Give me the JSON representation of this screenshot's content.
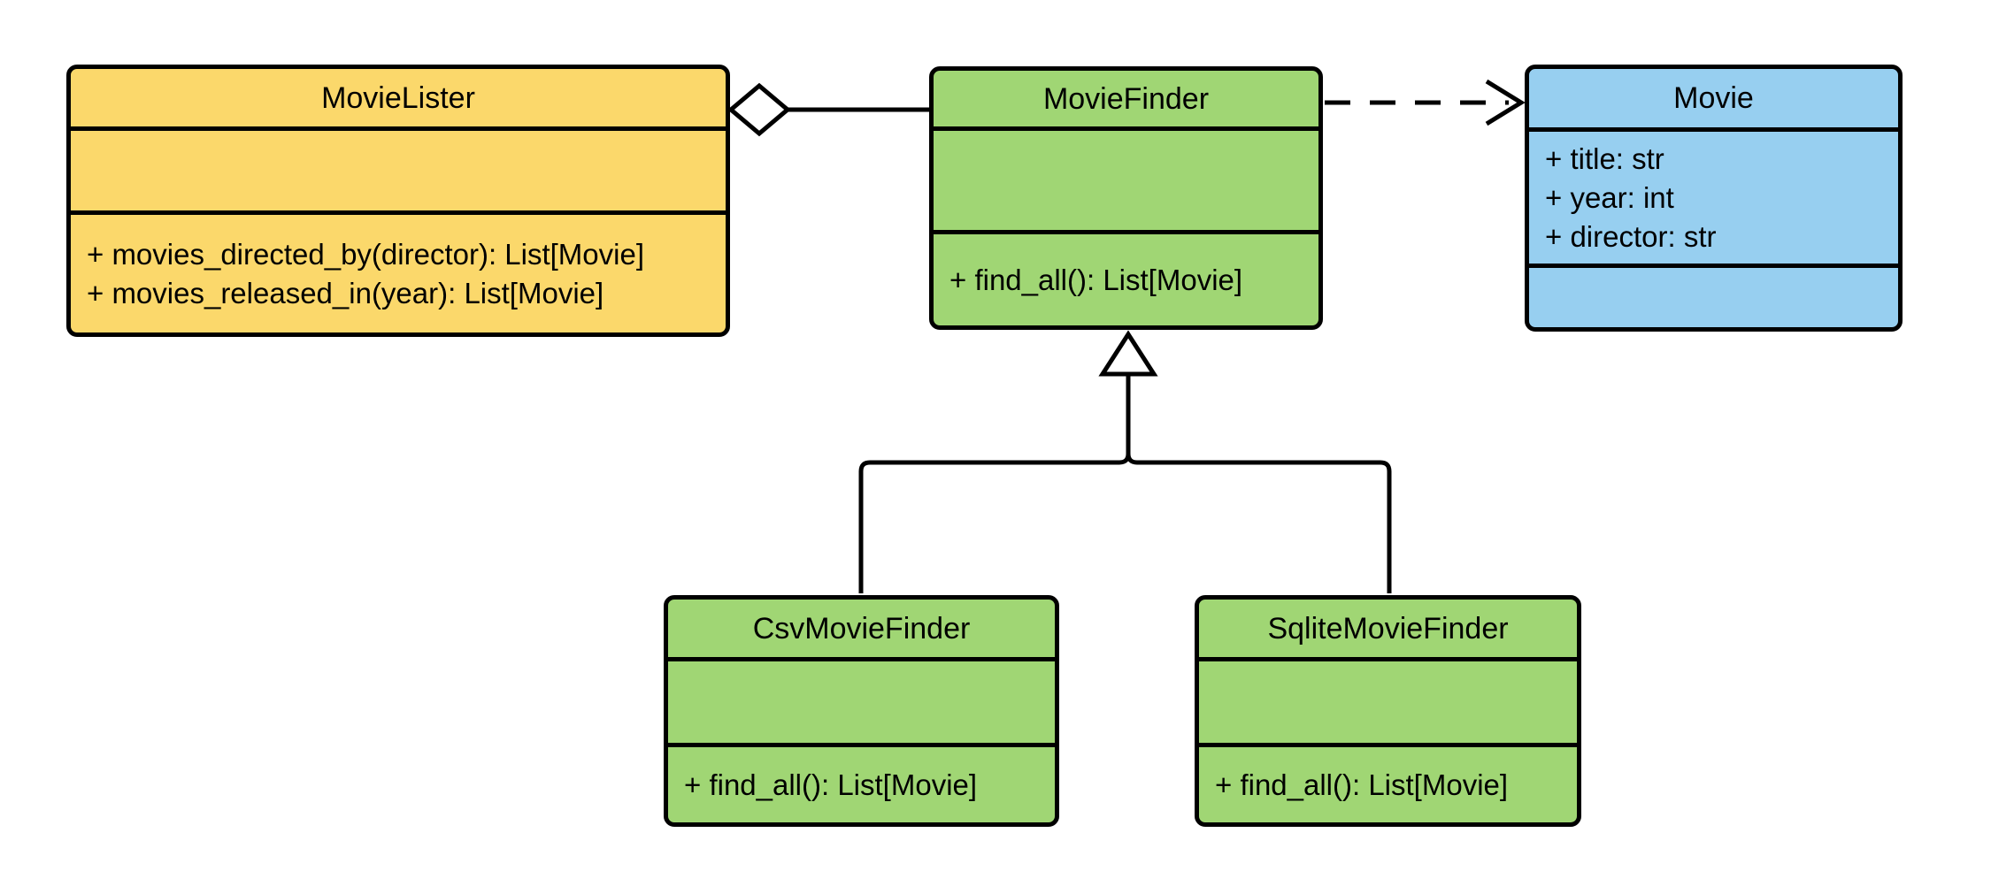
{
  "diagram": {
    "type": "uml-class-diagram",
    "background_color": "#FFFFFF",
    "line_color": "#000000",
    "classes": [
      {
        "name": "MovieLister",
        "fill": "#FBD86B",
        "attributes": [],
        "methods": [
          "+ movies_directed_by(director): List[Movie]",
          "+ movies_released_in(year): List[Movie]"
        ]
      },
      {
        "name": "MovieFinder",
        "fill": "#A0D674",
        "attributes": [],
        "methods": [
          "+ find_all(): List[Movie]"
        ]
      },
      {
        "name": "Movie",
        "fill": "#97CFF0",
        "attributes": [
          "+ title: str",
          "+ year: int",
          "+ director: str"
        ],
        "methods": []
      },
      {
        "name": "CsvMovieFinder",
        "fill": "#A0D674",
        "attributes": [],
        "methods": [
          "+ find_all(): List[Movie]"
        ]
      },
      {
        "name": "SqliteMovieFinder",
        "fill": "#A0D674",
        "attributes": [],
        "methods": [
          "+ find_all(): List[Movie]"
        ]
      }
    ],
    "relationships": [
      {
        "type": "aggregation",
        "from": "MovieLister",
        "to": "MovieFinder",
        "line_style": "solid",
        "marker": "hollow-diamond"
      },
      {
        "type": "dependency",
        "from": "MovieFinder",
        "to": "Movie",
        "line_style": "dashed",
        "marker": "open-arrow"
      },
      {
        "type": "inheritance",
        "from": "CsvMovieFinder",
        "to": "MovieFinder",
        "line_style": "solid",
        "marker": "hollow-triangle"
      },
      {
        "type": "inheritance",
        "from": "SqliteMovieFinder",
        "to": "MovieFinder",
        "line_style": "solid",
        "marker": "hollow-triangle"
      }
    ]
  }
}
